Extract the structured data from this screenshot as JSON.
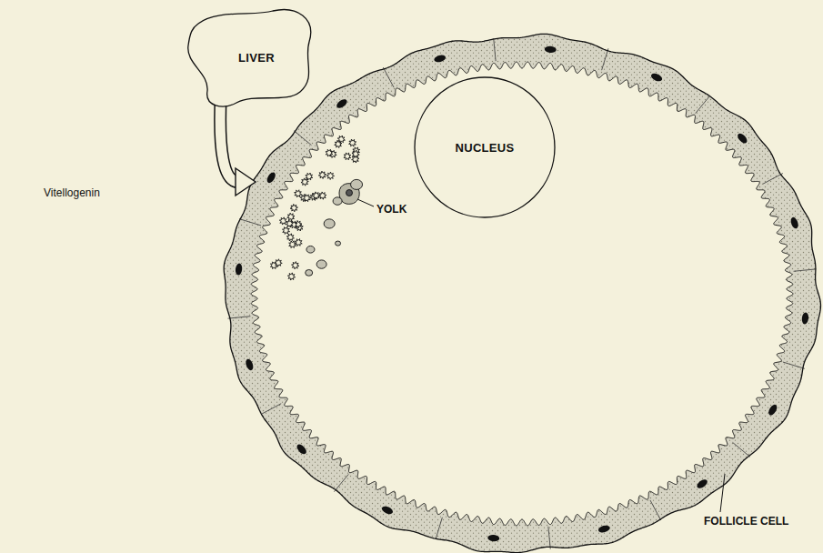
{
  "diagram": {
    "nodes": [
      {
        "text": [
          "LIVER"
        ]
      },
      {
        "text": [
          "NUCLEUS"
        ]
      }
    ],
    "labels": [
      "Vitellogenin",
      "YOLK",
      "FOLLICLE CELL"
    ]
  }
}
